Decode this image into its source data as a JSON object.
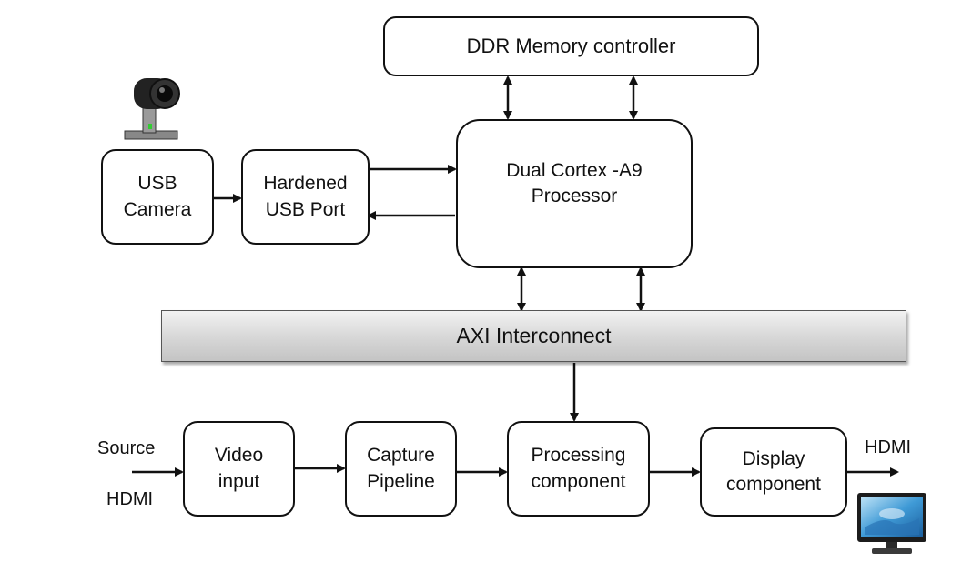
{
  "blocks": {
    "ddr": "DDR Memory controller",
    "usb_camera": [
      "USB",
      "Camera"
    ],
    "hardened_usb": [
      "Hardened",
      "USB Port"
    ],
    "processor": [
      "Dual Cortex -A9",
      "Processor"
    ],
    "axi": "AXI Interconnect",
    "video_input": [
      "Video",
      "input"
    ],
    "capture": [
      "Capture",
      "Pipeline"
    ],
    "processing": [
      "Processing",
      "component"
    ],
    "display": [
      "Display",
      "component"
    ]
  },
  "labels": {
    "source": "Source",
    "hdmi_in": "HDMI",
    "hdmi_out": "HDMI"
  },
  "icons": [
    "webcam-icon",
    "monitor-icon"
  ]
}
